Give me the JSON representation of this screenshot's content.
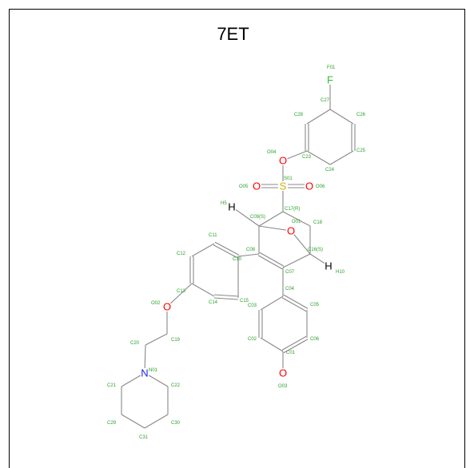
{
  "title": "7ET",
  "colors": {
    "bond": "#888888",
    "carbon_label": "#2aa02a",
    "oxygen": "#ff0000",
    "nitrogen": "#2020ff",
    "sulfur": "#c8b400",
    "fluorine": "#33bb33"
  },
  "atoms": [
    {
      "id": "F01",
      "sym": "F"
    },
    {
      "id": "C27"
    },
    {
      "id": "C28"
    },
    {
      "id": "C26"
    },
    {
      "id": "C23"
    },
    {
      "id": "C25"
    },
    {
      "id": "C24"
    },
    {
      "id": "O04",
      "sym": "O"
    },
    {
      "id": "S01",
      "sym": "S"
    },
    {
      "id": "O05",
      "sym": "O"
    },
    {
      "id": "O06",
      "sym": "O"
    },
    {
      "id": "C17(R)"
    },
    {
      "id": "H5",
      "sym": "H"
    },
    {
      "id": "C09(S)"
    },
    {
      "id": "O01",
      "sym": "O"
    },
    {
      "id": "C18"
    },
    {
      "id": "C08"
    },
    {
      "id": "C16(S)"
    },
    {
      "id": "H",
      "sym": "H"
    },
    {
      "id": "H10"
    },
    {
      "id": "C11"
    },
    {
      "id": "C12"
    },
    {
      "id": "C10"
    },
    {
      "id": "C07"
    },
    {
      "id": "C04"
    },
    {
      "id": "C05"
    },
    {
      "id": "C13"
    },
    {
      "id": "O02",
      "sym": "O"
    },
    {
      "id": "C15"
    },
    {
      "id": "C03"
    },
    {
      "id": "C14"
    },
    {
      "id": "C02"
    },
    {
      "id": "C06"
    },
    {
      "id": "C01"
    },
    {
      "id": "O03",
      "sym": "O"
    },
    {
      "id": "C20"
    },
    {
      "id": "C19"
    },
    {
      "id": "N01",
      "sym": "N"
    },
    {
      "id": "C21"
    },
    {
      "id": "C22"
    },
    {
      "id": "C29"
    },
    {
      "id": "C30"
    },
    {
      "id": "C31"
    }
  ]
}
